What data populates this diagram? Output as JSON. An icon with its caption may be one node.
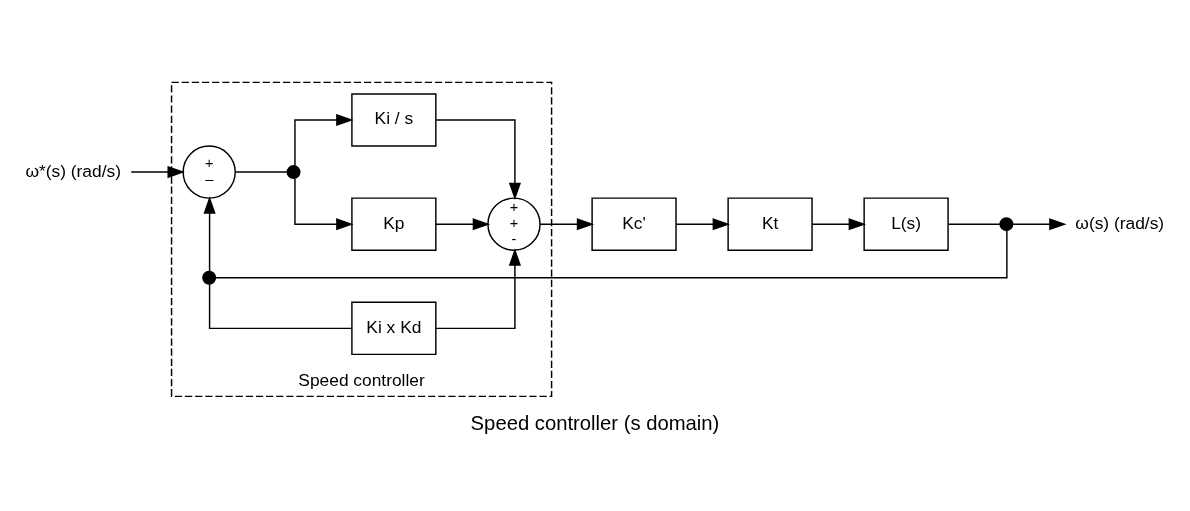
{
  "diagram": {
    "caption": "Speed controller (s domain)",
    "nodes": [
      {
        "text": [
          "Speed controller"
        ]
      },
      {
        "text": [
          "ω*(s) (rad/s)"
        ]
      },
      {
        "text": [
          "+",
          "–"
        ],
        "in": 0
      },
      {
        "text": [],
        "shape": "dot",
        "in": 0
      },
      {
        "text": [
          "Kp"
        ],
        "in": 0
      },
      {
        "text": [
          "Ki / s"
        ],
        "in": 0
      },
      {
        "text": [
          "+",
          "+",
          "-"
        ],
        "in": 0
      },
      {
        "text": [
          "Ki x Kd"
        ],
        "in": 0
      },
      {
        "text": [],
        "shape": "dot",
        "in": 0
      },
      {
        "text": [
          "Kc'"
        ]
      },
      {
        "text": [
          "Kt"
        ]
      },
      {
        "text": [
          "L(s)"
        ]
      },
      {
        "text": [],
        "shape": "dot"
      },
      {
        "text": [
          "ω(s) (rad/s)"
        ]
      }
    ],
    "edges": [
      {
        "from": 1,
        "to": 2,
        "arrow": "to"
      },
      {
        "from": 2,
        "to": 3,
        "arrow": "none"
      },
      {
        "from": 3,
        "to": 4,
        "arrow": "to"
      },
      {
        "from": 3,
        "to": 5,
        "arrow": "to"
      },
      {
        "from": 4,
        "to": 6,
        "arrow": "to"
      },
      {
        "from": 5,
        "to": 6,
        "arrow": "to"
      },
      {
        "from": 7,
        "to": 6,
        "arrow": "to"
      },
      {
        "from": 6,
        "to": 9,
        "arrow": "to"
      },
      {
        "from": 9,
        "to": 10,
        "arrow": "to"
      },
      {
        "from": 10,
        "to": 11,
        "arrow": "to"
      },
      {
        "from": 11,
        "to": 12,
        "arrow": "none"
      },
      {
        "from": 12,
        "to": 13,
        "arrow": "to"
      },
      {
        "from": 12,
        "to": 8,
        "arrow": "none"
      },
      {
        "from": 8,
        "to": 7,
        "arrow": "none"
      },
      {
        "from": 8,
        "to": 2,
        "arrow": "to"
      }
    ]
  }
}
